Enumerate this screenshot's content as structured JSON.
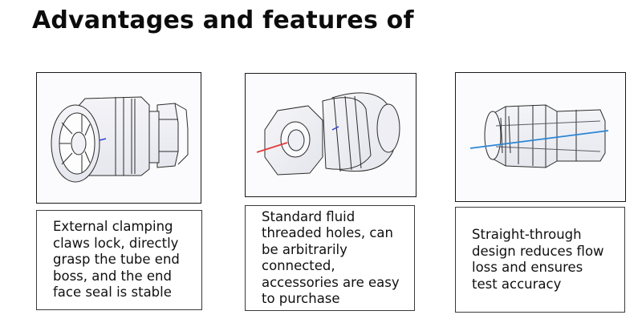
{
  "title": "Advantages and features of",
  "cards": [
    {
      "image": "external-clamp-connector-drawing",
      "text": "External clamping\nclaws lock, directly\ngrasp the tube end\nboss, and the end\nface seal is stable"
    },
    {
      "image": "threaded-port-connector-drawing",
      "text": "Standard fluid\nthreaded holes, can\nbe arbitrarily\nconnected,\naccessories are easy\nto purchase"
    },
    {
      "image": "straight-through-connector-drawing",
      "text": "Straight-through\ndesign reduces flow\nloss and ensures\ntest accuracy"
    }
  ],
  "colors": {
    "inflow_arrow": "#e23b3b",
    "flow_arrow": "#2a86d6",
    "outline": "#2b2b2b"
  }
}
